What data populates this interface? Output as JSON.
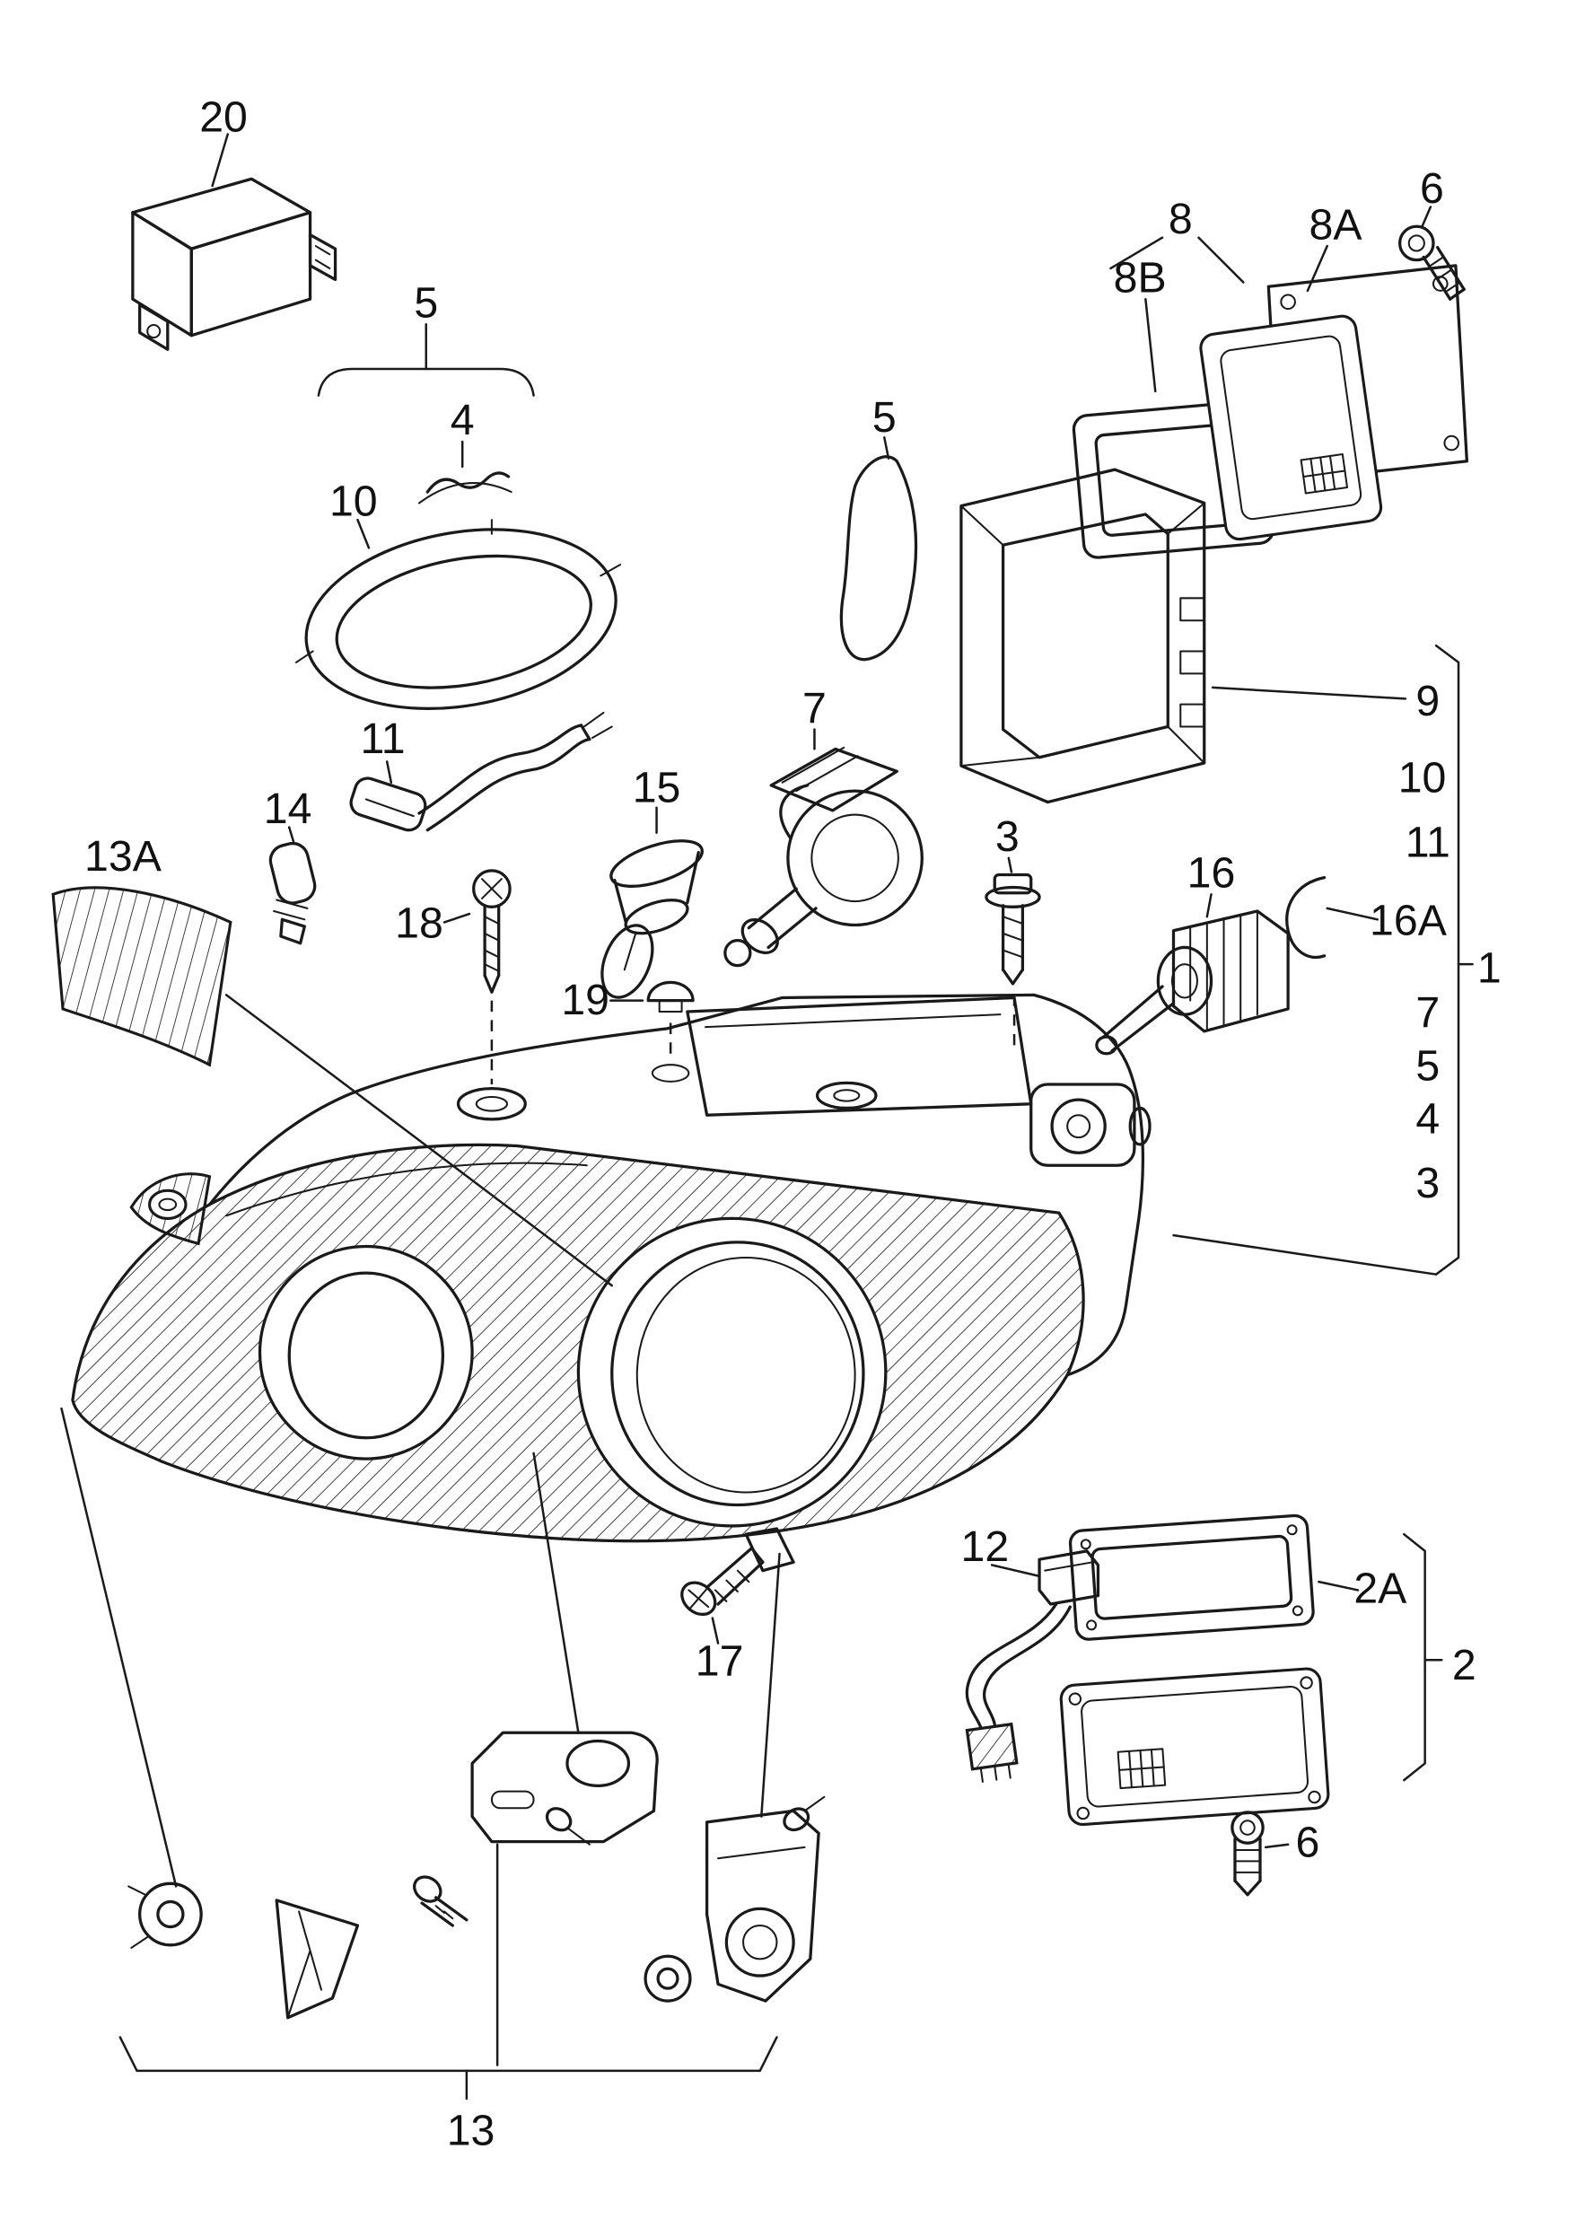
{
  "diagram": {
    "type": "exploded-parts-diagram",
    "subject": "headlight-assembly",
    "line_color": "#1a1a1a",
    "background": "#ffffff",
    "callouts": {
      "n20": "20",
      "n5_top": "5",
      "n4_top": "4",
      "n10_seal": "10",
      "n11_wire": "11",
      "n14": "14",
      "n13A": "13A",
      "n15": "15",
      "n18": "18",
      "n19": "19",
      "n7_motor": "7",
      "n3_screw": "3",
      "n5_seal": "5",
      "n8": "8",
      "n8A": "8A",
      "n8B": "8B",
      "n6_top": "6",
      "n16": "16",
      "list_9": "9",
      "list_10": "10",
      "list_11": "11",
      "list_16A": "16A",
      "list_1": "1",
      "list_7": "7",
      "list_5": "5",
      "list_4": "4",
      "list_3": "3",
      "n17": "17",
      "n12": "12",
      "n2A": "2A",
      "n2": "2",
      "n6_bottom": "6",
      "n13": "13"
    }
  }
}
